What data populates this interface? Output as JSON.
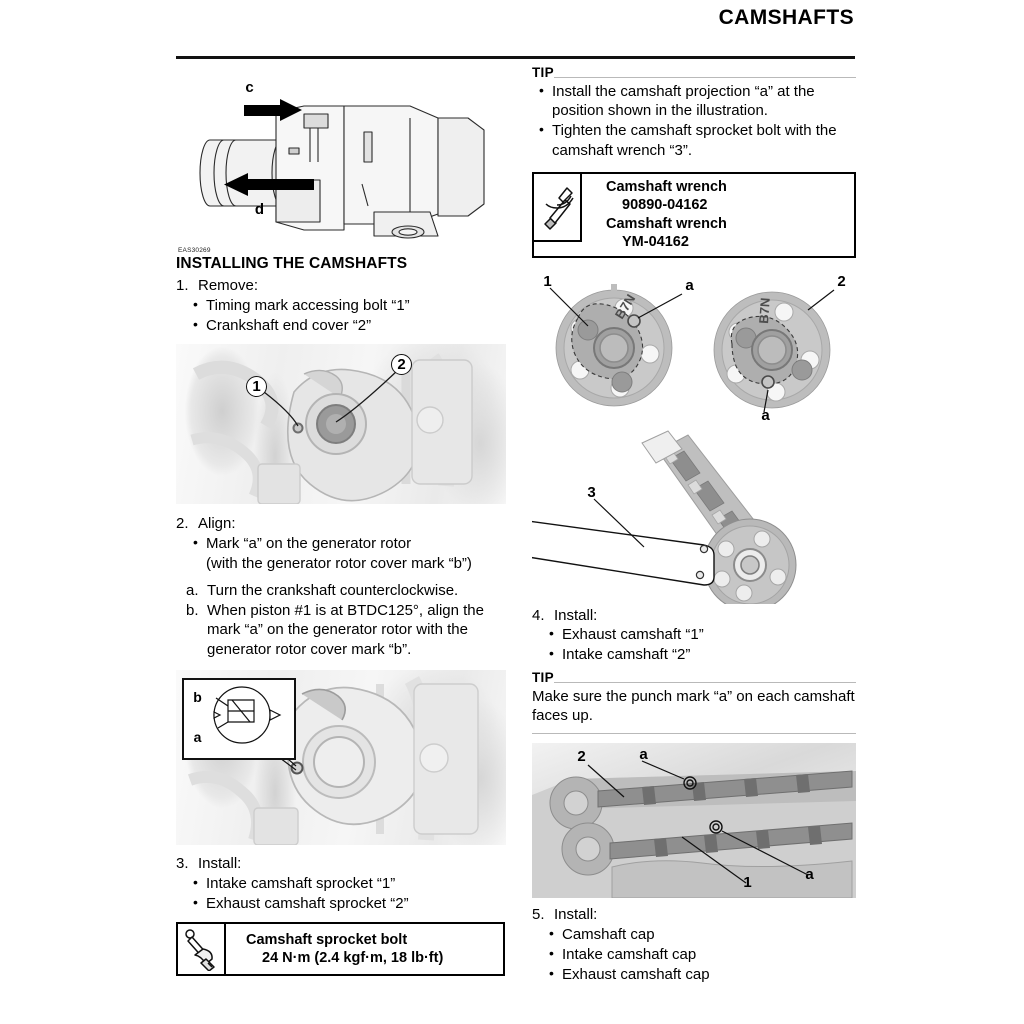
{
  "header": {
    "title": "CAMSHAFTS"
  },
  "left": {
    "fig_top": {
      "name": "camshaft-end-direction-figure",
      "labels": [
        {
          "text": "c"
        },
        {
          "text": "d"
        }
      ]
    },
    "eas_code": "EAS30269",
    "section_title": "INSTALLING THE CAMSHAFTS",
    "step1": {
      "num": "1.",
      "label": "Remove:",
      "bullets": [
        "Timing mark accessing bolt “1”",
        "Crankshaft end cover “2”"
      ]
    },
    "fig_rotor": {
      "name": "generator-rotor-photo",
      "callouts": [
        {
          "text": "1"
        },
        {
          "text": "2"
        }
      ]
    },
    "step2": {
      "num": "2.",
      "label": "Align:",
      "bullets": [
        "Mark “a” on the generator rotor",
        "(with the generator rotor cover mark “b”)"
      ],
      "subs": [
        {
          "letter": "a.",
          "text": "Turn the crankshaft counterclockwise."
        },
        {
          "letter": "b.",
          "text": "When piston #1 is at BTDC125°, align the mark “a” on the generator rotor with the generator rotor cover mark “b”."
        }
      ]
    },
    "fig_rotor_mark": {
      "name": "rotor-alignment-mark-photo",
      "inset_labels": [
        {
          "text": "b"
        },
        {
          "text": "a"
        }
      ]
    },
    "step3": {
      "num": "3.",
      "label": "Install:",
      "bullets": [
        "Intake camshaft sprocket “1”",
        "Exhaust camshaft sprocket “2”"
      ]
    },
    "torque_box": {
      "icon": "torque-wrench-icon",
      "lines": [
        "Camshaft sprocket bolt",
        "24 N·m (2.4 kgf·m, 18 lb·ft)"
      ]
    }
  },
  "right": {
    "tip1": {
      "label": "TIP",
      "bullets": [
        "Install the camshaft projection “a” at the position shown in the illustration.",
        "Tighten the camshaft sprocket bolt with the camshaft wrench “3”."
      ]
    },
    "tool_box": {
      "icon": "camshaft-wrench-icon",
      "lines": [
        "Camshaft wrench",
        "90890-04162",
        "Camshaft wrench",
        "YM-04162"
      ]
    },
    "fig_sprockets": {
      "name": "camshaft-sprockets-figure",
      "sprocket_mark": "B7N",
      "callouts": [
        {
          "text": "1"
        },
        {
          "text": "a"
        },
        {
          "text": "2"
        },
        {
          "text": "a"
        }
      ]
    },
    "fig_wrench": {
      "name": "camshaft-wrench-in-use-figure",
      "callouts": [
        {
          "text": "3"
        }
      ]
    },
    "step4": {
      "num": "4.",
      "label": "Install:",
      "bullets": [
        "Exhaust camshaft “1”",
        "Intake camshaft “2”"
      ]
    },
    "tip2": {
      "label": "TIP",
      "text": "Make sure the punch mark “a” on each camshaft faces up."
    },
    "fig_head": {
      "name": "cylinder-head-camshafts-photo",
      "callouts": [
        {
          "text": "2"
        },
        {
          "text": "a"
        },
        {
          "text": "1"
        },
        {
          "text": "a"
        }
      ]
    },
    "step5": {
      "num": "5.",
      "label": "Install:",
      "bullets": [
        "Camshaft cap",
        "Intake camshaft cap",
        "Exhaust camshaft cap"
      ]
    }
  }
}
